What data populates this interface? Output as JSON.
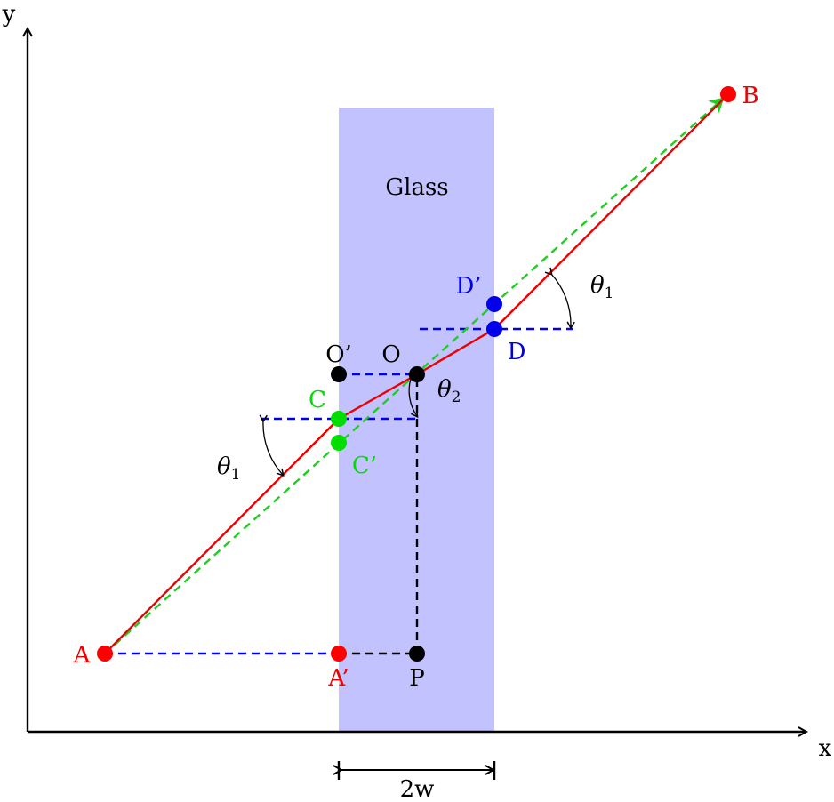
{
  "diagram": {
    "axes": {
      "x_label": "x",
      "y_label": "y"
    },
    "region": {
      "label": "Glass",
      "width_label": "2w"
    },
    "points": {
      "A": {
        "label": "A",
        "color": "#ff0000"
      },
      "A_prime": {
        "label": "A’",
        "color": "#ff0000"
      },
      "P": {
        "label": "P",
        "color": "#000000"
      },
      "B": {
        "label": "B",
        "color": "#ff0000"
      },
      "C": {
        "label": "C",
        "color": "#00dd00"
      },
      "C_prime": {
        "label": "C’",
        "color": "#00dd00"
      },
      "O": {
        "label": "O",
        "color": "#000000"
      },
      "O_prime": {
        "label": "O’",
        "color": "#000000"
      },
      "D": {
        "label": "D",
        "color": "#0000ff"
      },
      "D_prime": {
        "label": "D’",
        "color": "#0000ff"
      }
    },
    "angles": {
      "theta1": {
        "symbol": "θ",
        "subscript": "1"
      },
      "theta2": {
        "symbol": "θ",
        "subscript": "2"
      }
    },
    "colors": {
      "glass_fill": "#c2c2ff",
      "refracted_ray": "#ee0000",
      "straight_path": "#22cc22",
      "guide_blue": "#0000ee",
      "guide_black": "#000000"
    }
  }
}
